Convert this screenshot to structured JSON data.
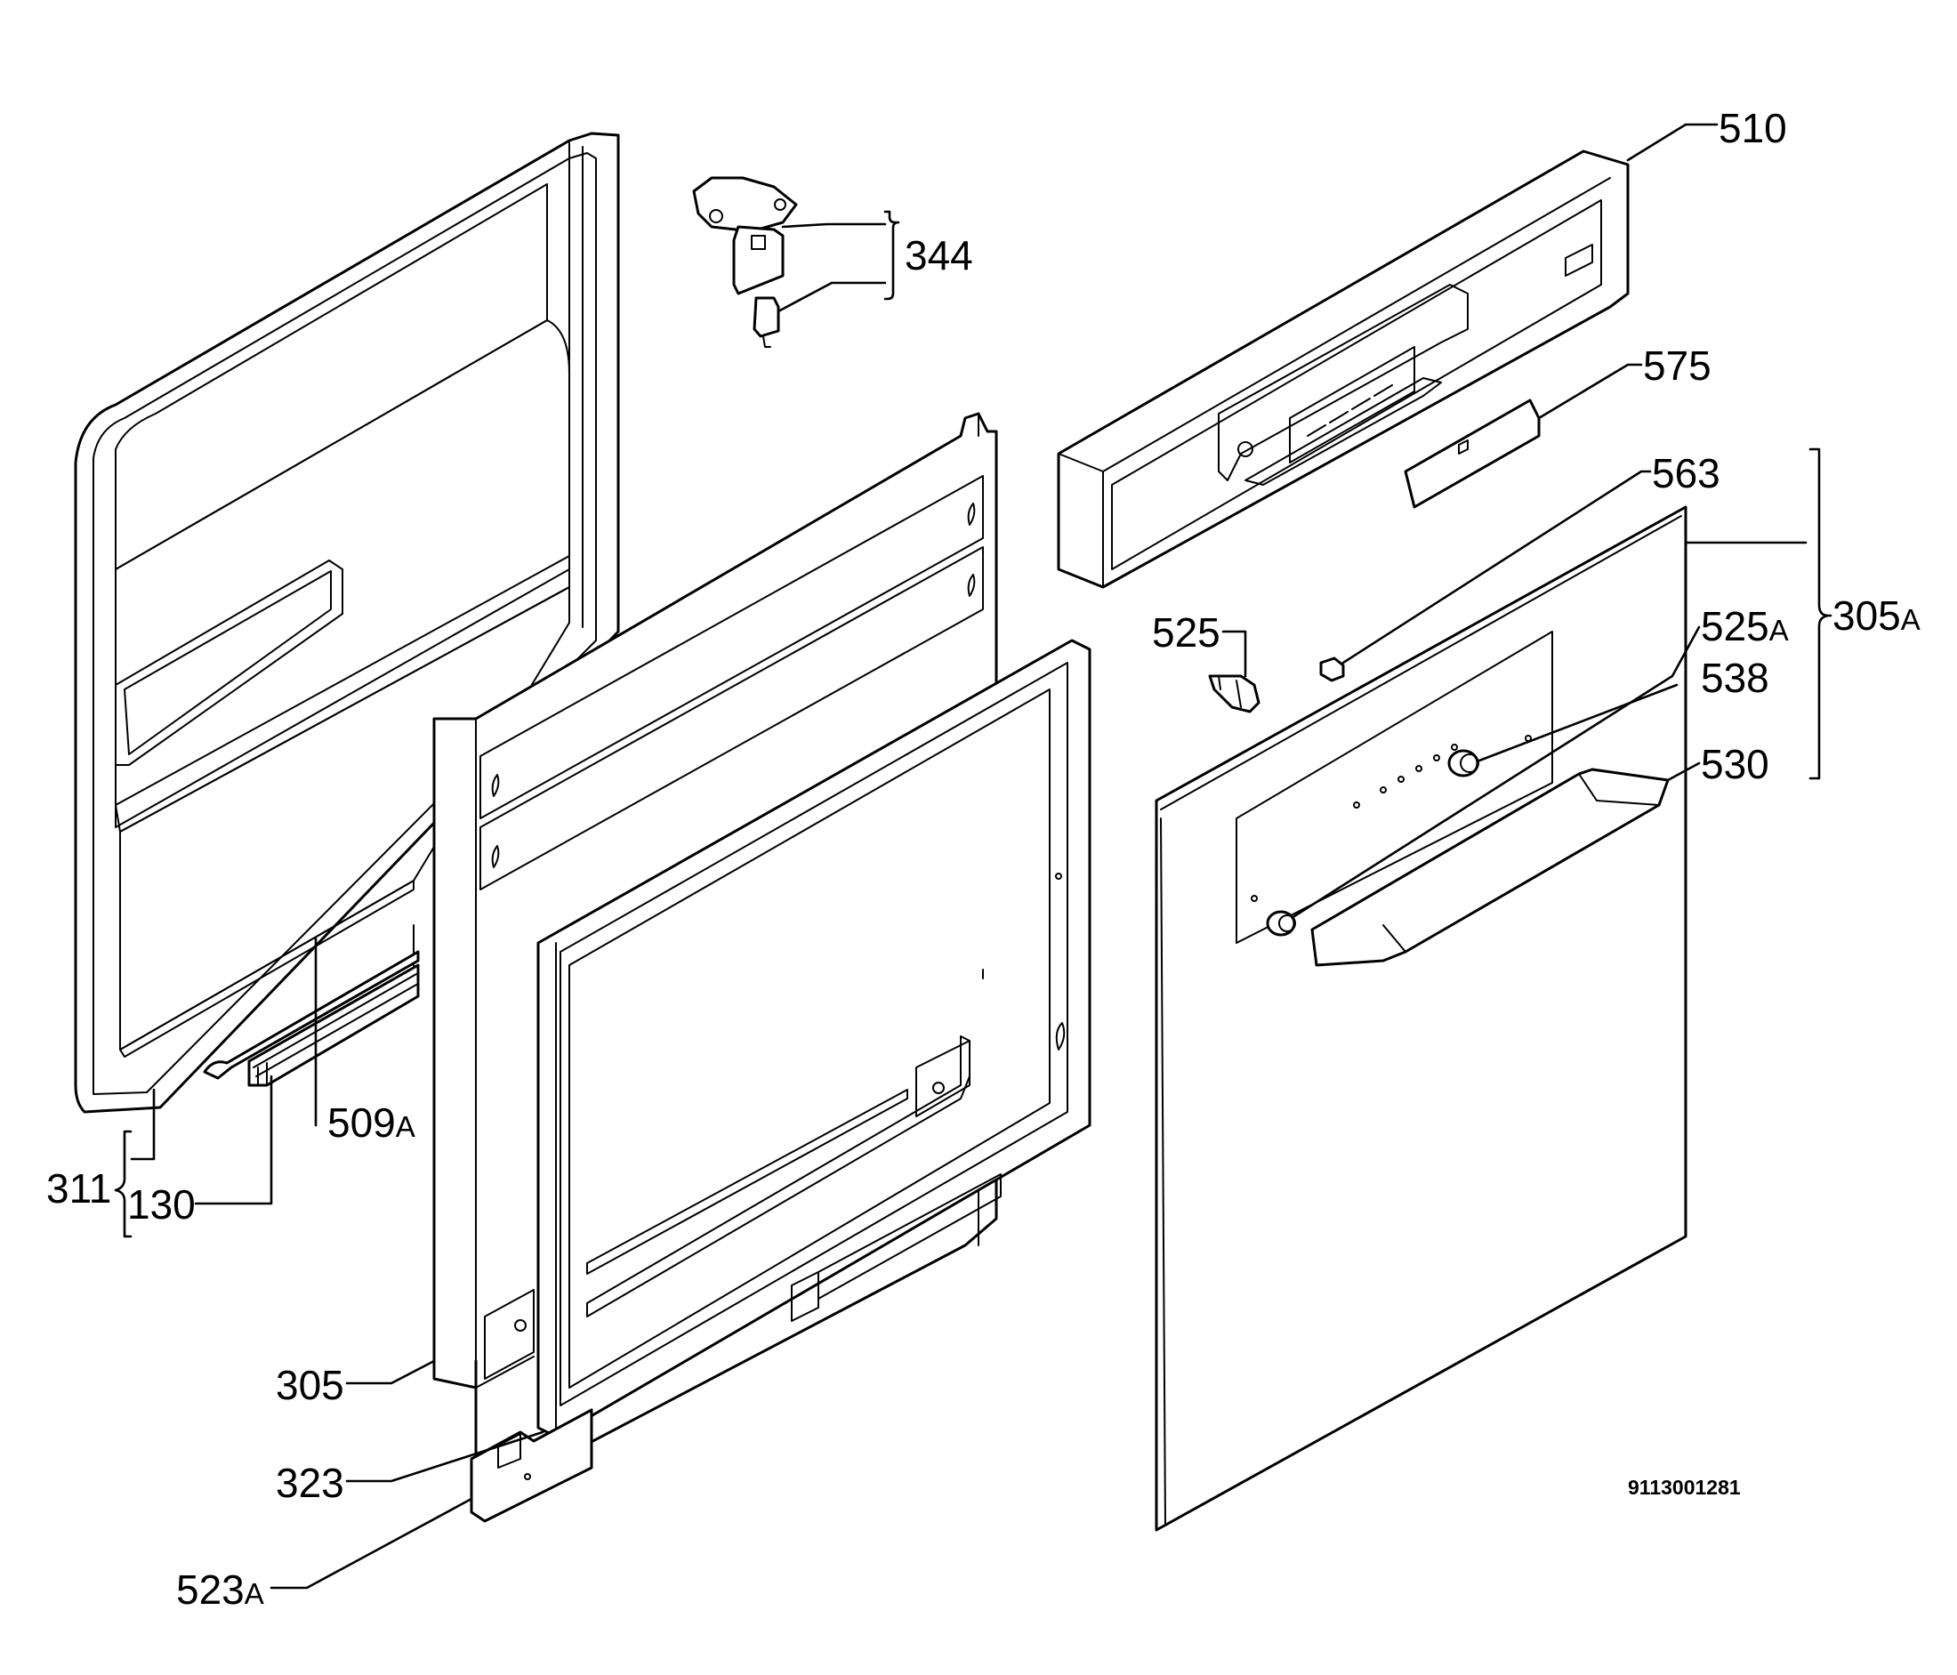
{
  "labels": {
    "l510": "510",
    "l344": "344",
    "l575": "575",
    "l563": "563",
    "l525": "525",
    "l525a": "525",
    "l525a_suffix": "A",
    "l305a": "305",
    "l305a_suffix": "A",
    "l538": "538",
    "l530": "530",
    "l509a": "509",
    "l509a_suffix": "A",
    "l311": "311",
    "l130": "130",
    "l305": "305",
    "l323": "323",
    "l523a": "523",
    "l523a_suffix": "A"
  },
  "drawing_number": "9113001281"
}
